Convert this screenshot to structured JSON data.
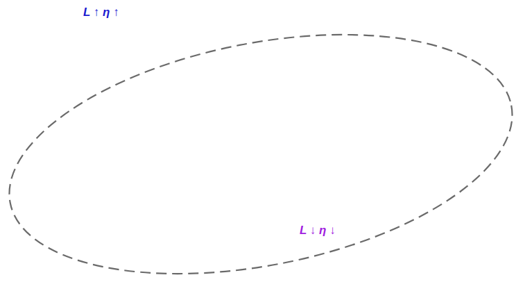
{
  "diagram": {
    "nodes": [
      {
        "text": [
          "L ↑ η ↑"
        ]
      },
      {
        "text": [
          "L ↓ η ↓"
        ],
        "in": 0
      }
    ]
  }
}
